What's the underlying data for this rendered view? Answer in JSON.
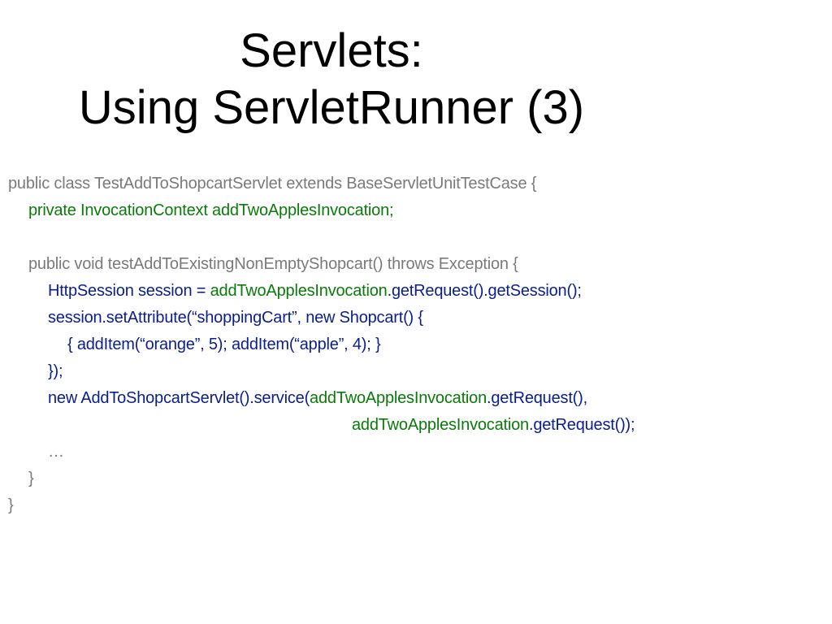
{
  "slide": {
    "title_line1": "Servlets:",
    "title_line2": "Using ServletRunner (3)"
  },
  "code": {
    "l1": "public class TestAddToShopcartServlet extends BaseServletUnitTestCase {",
    "l2": "private InvocationContext addTwoApplesInvocation;",
    "l4": "public void testAddToExistingNonEmptyShopcart() throws Exception {",
    "l5a": "HttpSession session = ",
    "l5b": "addTwoApplesInvocation",
    "l5c": ".getRequest().getSession();",
    "l6": "session.setAttribute(“shoppingCart”, new Shopcart() {",
    "l7": "{ addItem(“orange”, 5); addItem(“apple”, 4); }",
    "l8": "});",
    "l9a": "new AddToShopcartServlet().service(",
    "l9b": "addTwoApplesInvocation",
    "l9c": ".getRequest(),",
    "l10a": "addTwoApplesInvocation",
    "l10b": ".getRequest());",
    "l11": "…",
    "l12": "}",
    "l13": "}"
  },
  "colors": {
    "comment_gray": "#7a7a7a",
    "field_green": "#0a7a0a",
    "statement_navy": "#0a1e8c"
  }
}
